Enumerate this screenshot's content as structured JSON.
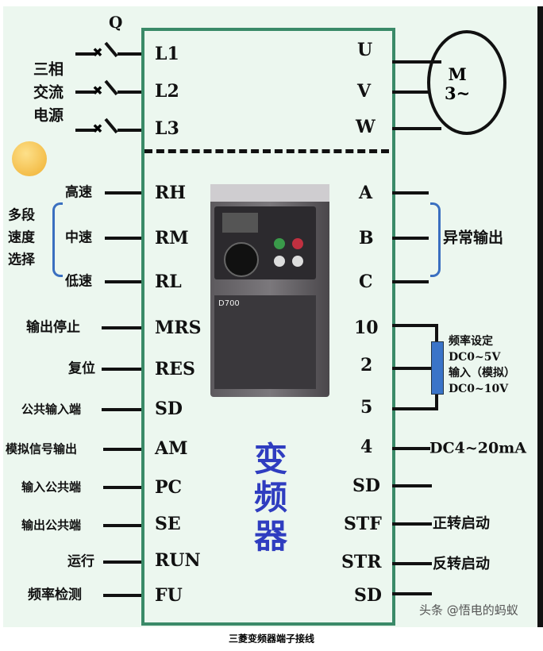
{
  "switch_label": "Q",
  "power_label": [
    "三相",
    "交流",
    "电源"
  ],
  "power_terminals": [
    "L1",
    "L2",
    "L3"
  ],
  "output_terminals": [
    "U",
    "V",
    "W"
  ],
  "motor": {
    "line1": "M",
    "line2": "3~"
  },
  "left_terminals": [
    {
      "term": "RH",
      "label": "高速"
    },
    {
      "term": "RM",
      "label": "中速"
    },
    {
      "term": "RL",
      "label": "低速"
    },
    {
      "term": "MRS",
      "label": "输出停止"
    },
    {
      "term": "RES",
      "label": "复位"
    },
    {
      "term": "SD",
      "label": "公共输入端"
    },
    {
      "term": "AM",
      "label": "模拟信号输出"
    },
    {
      "term": "PC",
      "label": "输入公共端"
    },
    {
      "term": "SE",
      "label": "输出公共端"
    },
    {
      "term": "RUN",
      "label": "运行"
    },
    {
      "term": "FU",
      "label": "频率检测"
    }
  ],
  "speed_group": [
    "多段",
    "速度",
    "选择"
  ],
  "right_terminals": [
    {
      "term": "A",
      "label": ""
    },
    {
      "term": "B",
      "label": ""
    },
    {
      "term": "C",
      "label": ""
    },
    {
      "term": "10",
      "label": ""
    },
    {
      "term": "2",
      "label": ""
    },
    {
      "term": "5",
      "label": ""
    },
    {
      "term": "4",
      "label": "DC4~20mA"
    },
    {
      "term": "SD",
      "label": ""
    },
    {
      "term": "STF",
      "label": "正转启动"
    },
    {
      "term": "STR",
      "label": "反转启动"
    },
    {
      "term": "SD",
      "label": ""
    }
  ],
  "fault_label": "异常输出",
  "freq_setting": [
    "频率设定",
    "DC0~5V",
    "输入（模拟）",
    "DC0~10V"
  ],
  "device_title": [
    "变",
    "频",
    "器"
  ],
  "inverter_model": "D700",
  "watermark": "头条 @悟电的蚂蚁",
  "caption": "三菱变频器端子接线"
}
